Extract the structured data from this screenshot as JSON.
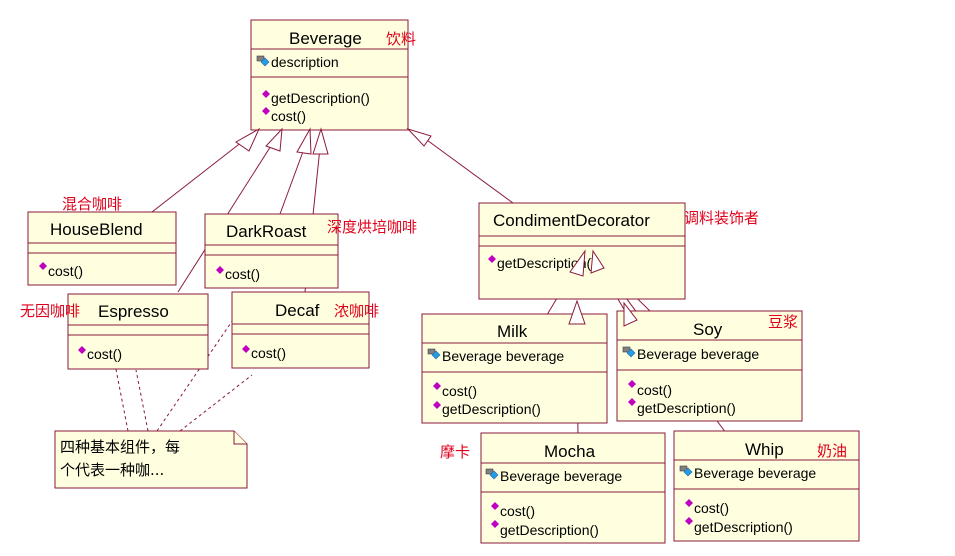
{
  "classes": {
    "beverage": {
      "name": "Beverage",
      "cn": "饮料",
      "attrs": [
        "description"
      ],
      "ops": [
        "getDescription()",
        "cost()"
      ]
    },
    "houseblend": {
      "name": "HouseBlend",
      "cn": "混合咖啡",
      "ops": [
        "cost()"
      ]
    },
    "darkroast": {
      "name": "DarkRoast",
      "cn": "深度烘培咖啡",
      "ops": [
        "cost()"
      ]
    },
    "espresso": {
      "name": "Espresso",
      "cn": "无因咖啡",
      "ops": [
        "cost()"
      ]
    },
    "decaf": {
      "name": "Decaf",
      "cn": "浓咖啡",
      "ops": [
        "cost()"
      ]
    },
    "condiment": {
      "name": "CondimentDecorator",
      "cn": "调料装饰者",
      "ops": [
        "getDescription()"
      ]
    },
    "milk": {
      "name": "Milk",
      "attrs": [
        "Beverage beverage"
      ],
      "ops": [
        "cost()",
        "getDescription()"
      ]
    },
    "soy": {
      "name": "Soy",
      "cn": "豆浆",
      "attrs": [
        "Beverage beverage"
      ],
      "ops": [
        "cost()",
        "getDescription()"
      ]
    },
    "mocha": {
      "name": "Mocha",
      "cn": "摩卡",
      "attrs": [
        "Beverage beverage"
      ],
      "ops": [
        "cost()",
        "getDescription()"
      ]
    },
    "whip": {
      "name": "Whip",
      "cn": "奶油",
      "attrs": [
        "Beverage beverage"
      ],
      "ops": [
        "cost()",
        "getDescription()"
      ]
    }
  },
  "note": {
    "lines": [
      "四种基本组件，每",
      "个代表一种咖..."
    ]
  }
}
